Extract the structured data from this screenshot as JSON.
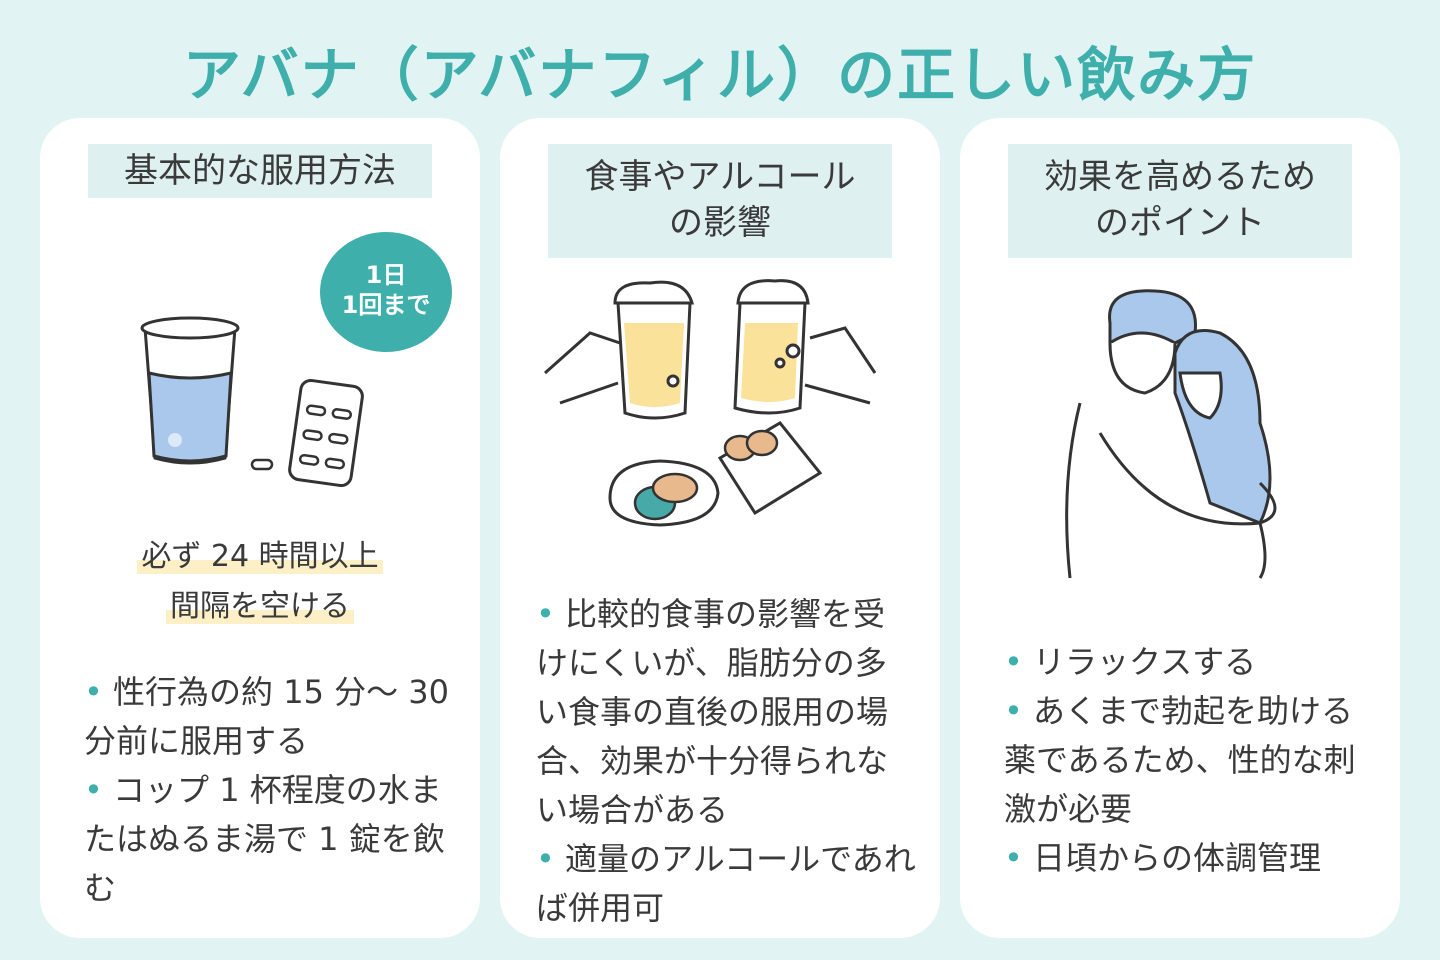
{
  "title": "アバナ（アバナフィル）の正しい飲み方",
  "cards": [
    {
      "heading": "基本的な服用方法",
      "badge_line1": "1日",
      "badge_line2": "1回まで",
      "highlight_line1": "必ず 24 時間以上",
      "highlight_line2": "間隔を空ける",
      "bullets": [
        "性行為の約 15 分〜 30 分前に服用する",
        "コップ 1 杯程度の水またはぬるま湯で 1 錠を飲む"
      ]
    },
    {
      "heading_line1": "食事やアルコール",
      "heading_line2": "の影響",
      "bullets": [
        "比較的食事の影響を受けにくいが、脂肪分の多い食事の直後の服用の場合、効果が十分得られない場合がある",
        "適量のアルコールであれば併用可"
      ]
    },
    {
      "heading_line1": "効果を高めるため",
      "heading_line2": "のポイント",
      "bullets": [
        "リラックスする",
        "あくまで勃起を助ける薬であるため、性的な刺激が必要",
        "日頃からの体調管理"
      ]
    }
  ],
  "bullet_glyph": "•"
}
